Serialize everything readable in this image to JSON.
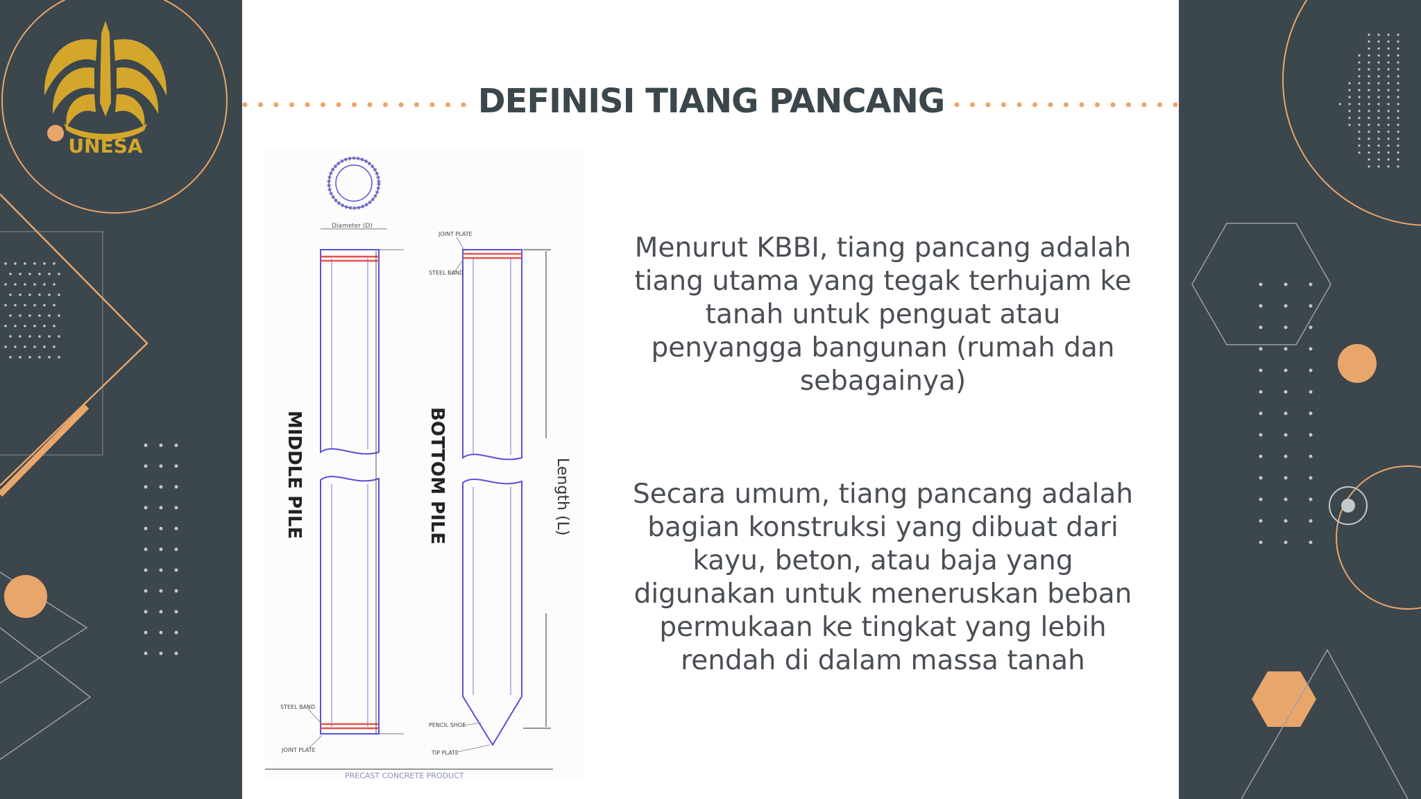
{
  "slide": {
    "title": "DEFINISI TIANG PANCANG",
    "paragraphs": [
      "Menurut KBBI, tiang pancang adalah tiang utama yang tegak terhujam ke tanah untuk penguat atau penyangga bangunan (rumah dan sebagainya)",
      "Secara umum, tiang pancang adalah bagian konstruksi yang dibuat dari kayu, beton, atau baja yang digunakan untuk meneruskan beban permukaan ke tingkat yang lebih rendah di dalam massa tanah"
    ]
  },
  "logo": {
    "text": "UNESA",
    "icon": "unesa-emblem-icon"
  },
  "drawing": {
    "middle_pile_label": "MIDDLE PILE",
    "bottom_pile_label": "BOTTOM PILE",
    "length_label": "Length (L)",
    "diameter_label": "Diameter (D)",
    "joint_plate_label": "JOINT PLATE",
    "steel_band_label": "STEEL BAND",
    "pencil_shoe_label": "PENCIL SHOE",
    "tip_plate_label": "TIP PLATE",
    "footer_label": "PRECAST CONCRETE PRODUCT"
  },
  "colors": {
    "panel_bg": "#3c464d",
    "accent_orange": "#e9a66b",
    "logo_gold": "#d4a72c",
    "title_text": "#3c464d",
    "body_text": "#4a4f55",
    "pile_outline": "#5a4fd8",
    "pile_band": "#e0534a"
  }
}
